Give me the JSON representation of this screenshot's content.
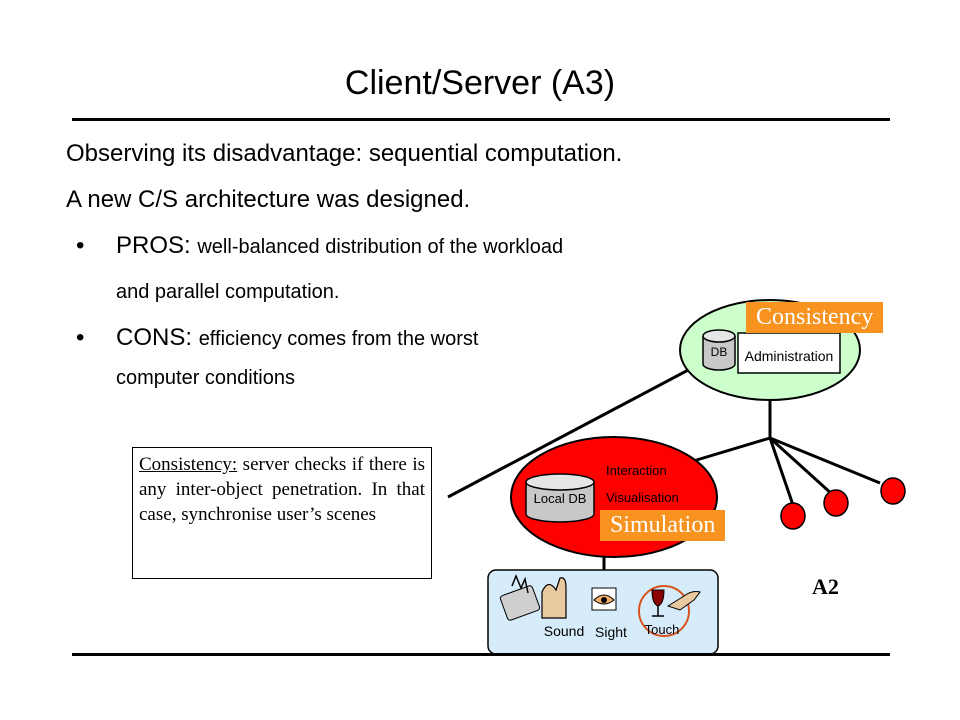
{
  "slide": {
    "title": "Client/Server (A3)",
    "line1": "Observing its disadvantage:  sequential computation.",
    "line2": "A new C/S architecture was designed.",
    "bullets": [
      {
        "marker": "•",
        "head": "PROS:",
        "text": "well-balanced distribution of the workload",
        "cont": "and parallel computation."
      },
      {
        "marker": "•",
        "head": "CONS:",
        "text": "efficiency comes from the worst",
        "cont": "computer conditions"
      }
    ],
    "note": {
      "term": "Consistency:",
      "text": "server checks if there is any inter-object penetration. In that case, synchronise user’s scenes"
    }
  },
  "diagram": {
    "server": {
      "db_label": "DB",
      "admin_label": "Administration",
      "color": "#ccffcc"
    },
    "client": {
      "db_label": "Local DB",
      "interaction_label": "Interaction",
      "visualisation_label": "Visualisation",
      "color": "#ff0000"
    },
    "tags": {
      "consistency": "Consistency",
      "simulation": "Simulation",
      "color": "#f7931e"
    },
    "senses": {
      "sound": "Sound",
      "sight": "Sight",
      "touch": "Touch"
    },
    "a2_label": "A2"
  }
}
